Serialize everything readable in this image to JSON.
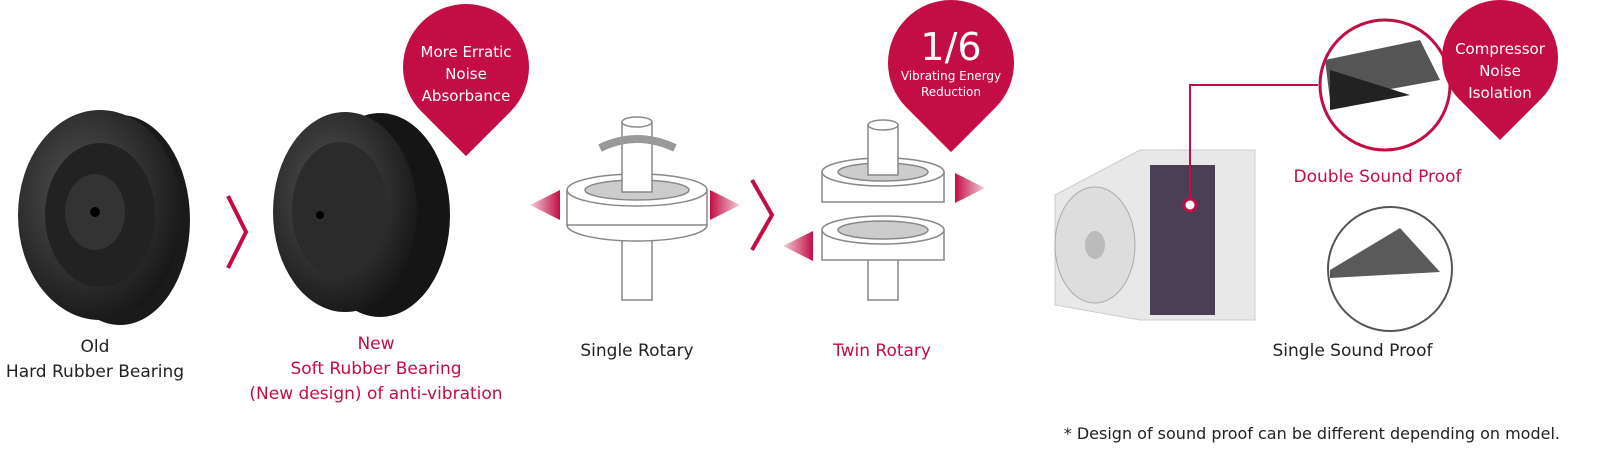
{
  "badges": {
    "noise": {
      "text": [
        "More Erratic",
        "Noise",
        "Absorbance"
      ]
    },
    "vibration": {
      "big": "1/6",
      "text": [
        "Vibrating Energy",
        "Reduction"
      ]
    },
    "compressor": {
      "text": [
        "Compressor",
        "Noise",
        "Isolation"
      ]
    }
  },
  "captions": {
    "old": [
      "Old",
      "Hard Rubber Bearing"
    ],
    "new": [
      "New",
      "Soft Rubber Bearing",
      "(New design) of anti-vibration"
    ],
    "single_rotary": "Single Rotary",
    "twin_rotary": "Twin Rotary",
    "double_sound_proof": "Double Sound Proof",
    "single_sound_proof": "Single Sound Proof"
  },
  "footnote": "* Design of sound proof can be different depending on model.",
  "colors": {
    "accent": "#c20e44",
    "text": "#222222"
  }
}
